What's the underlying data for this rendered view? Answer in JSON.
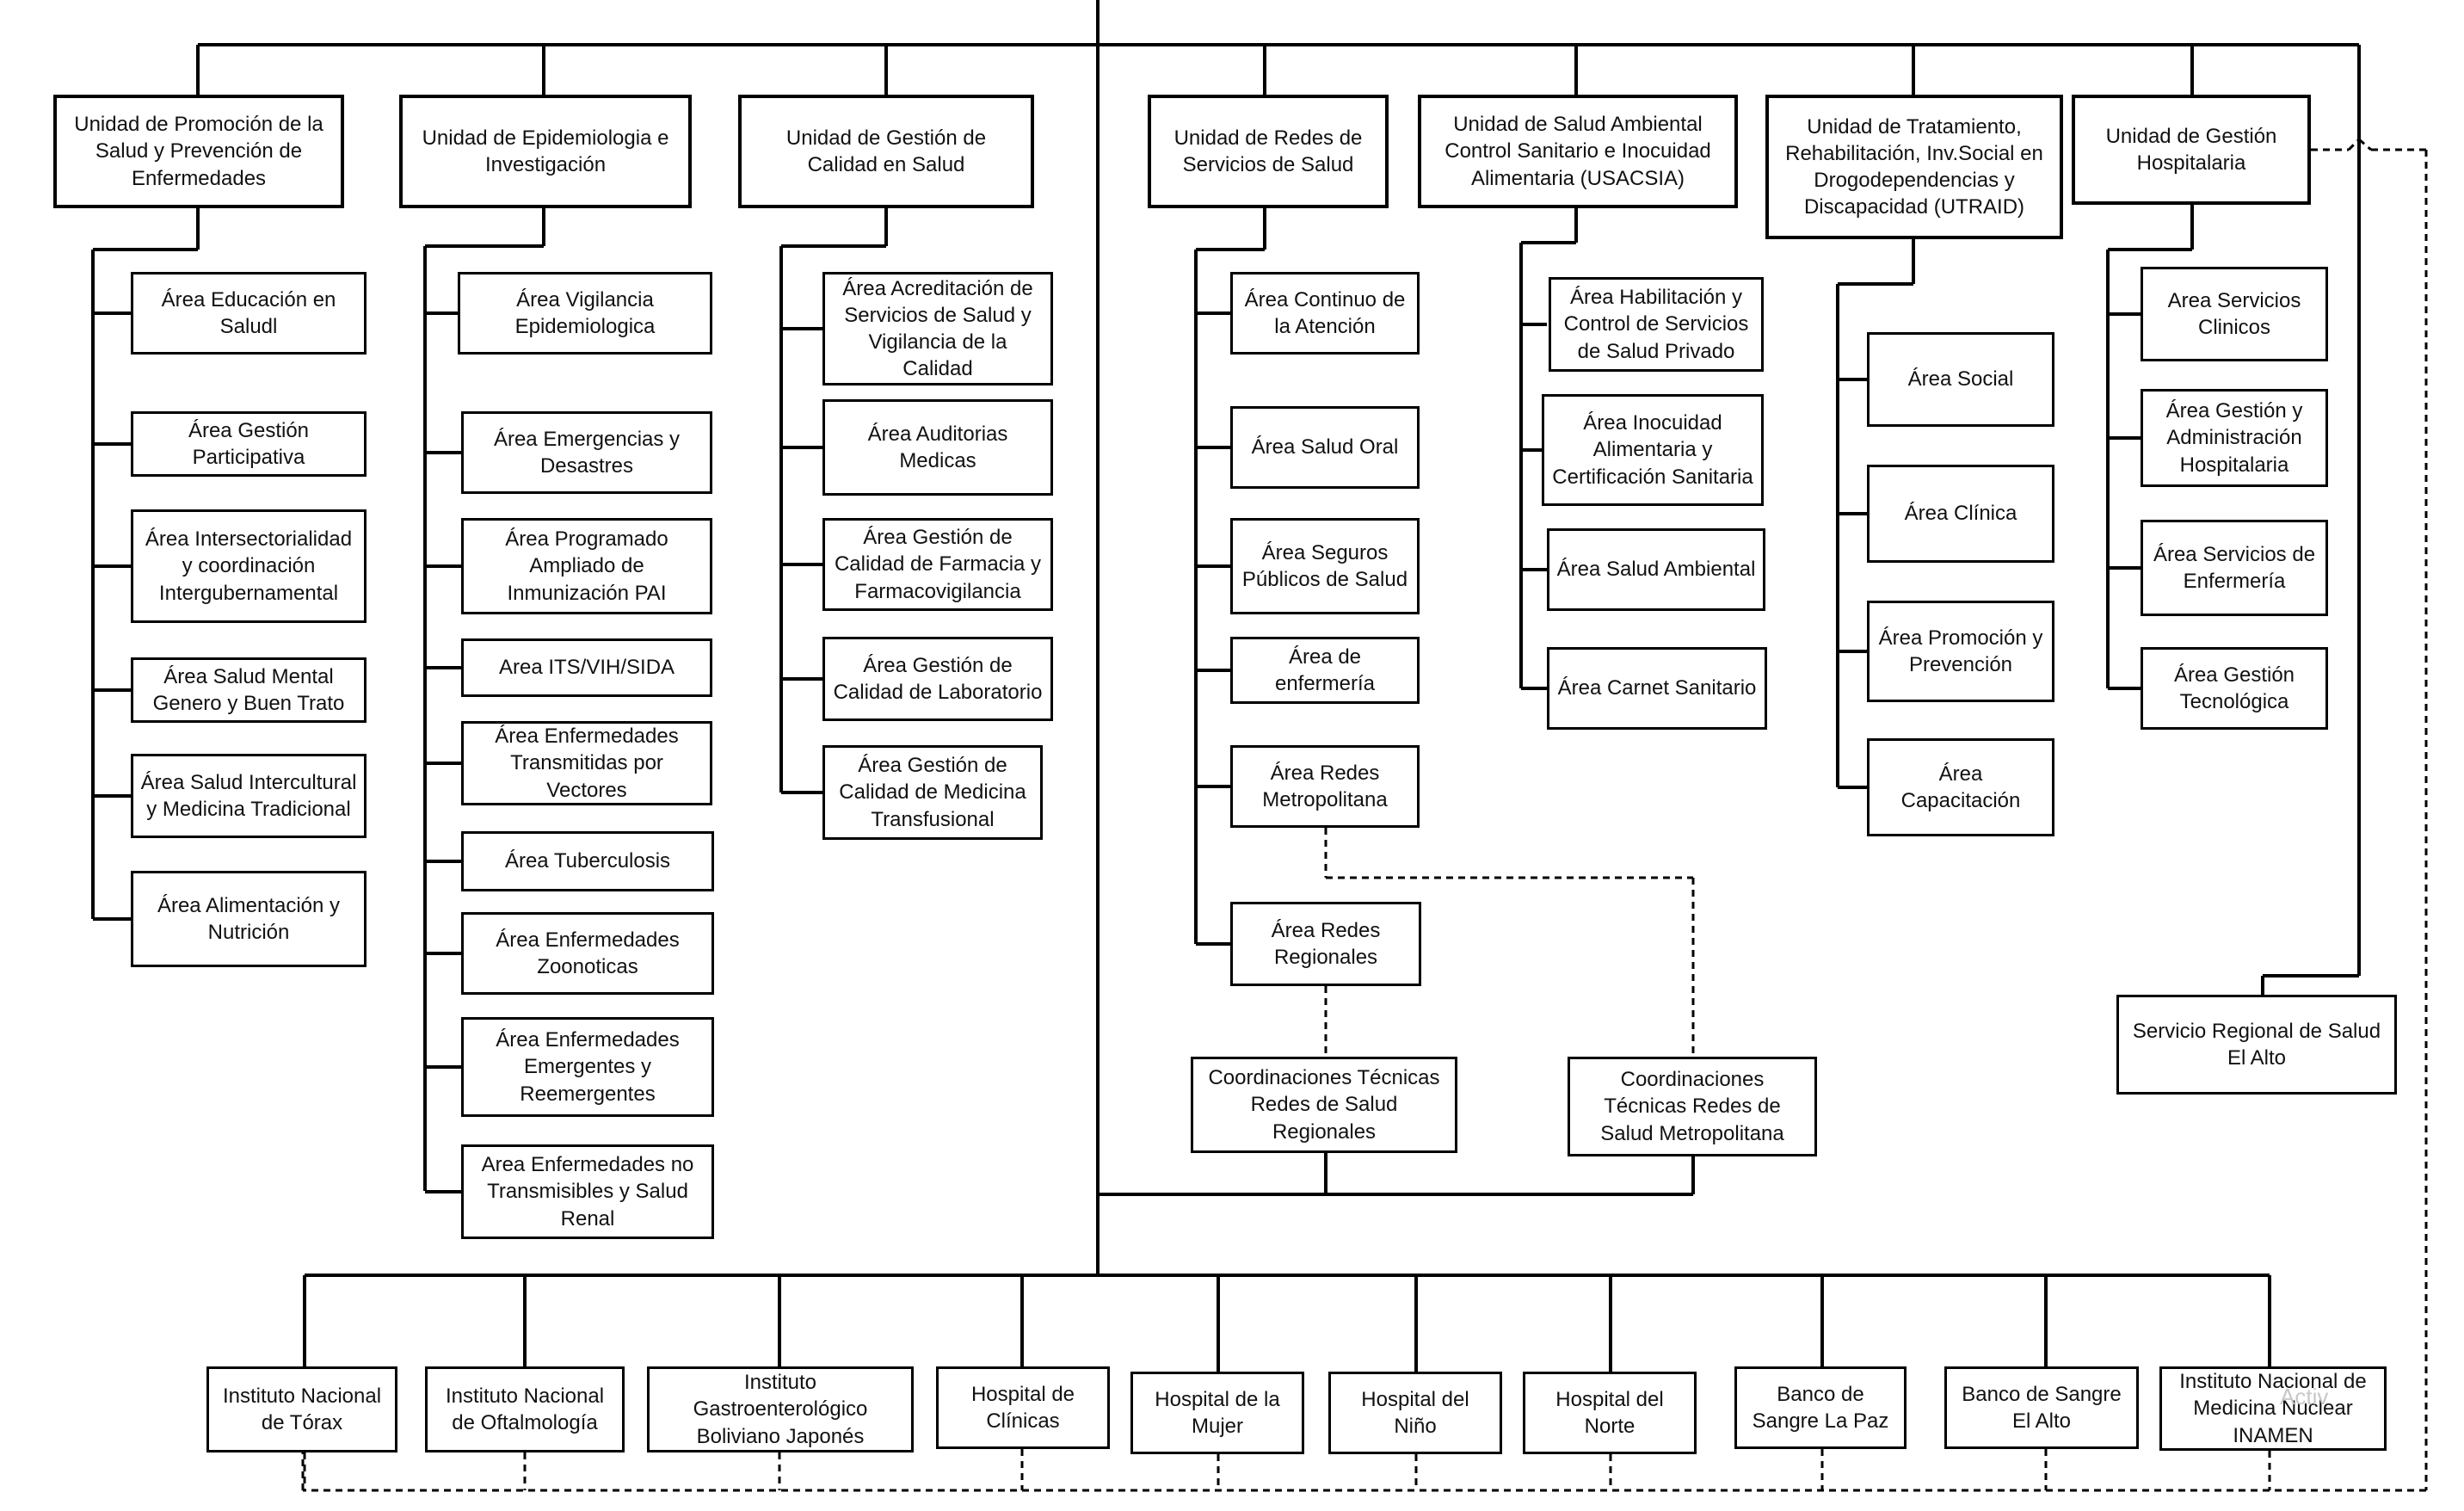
{
  "units": {
    "promocion": "Unidad de Promoción de la Salud y Prevención de Enfermedades",
    "epidemiologia": "Unidad de Epidemiologia e Investigación",
    "calidad": "Unidad de Gestión de Calidad en Salud",
    "redes": "Unidad de Redes de Servicios de Salud",
    "ambiental": "Unidad de Salud Ambiental Control Sanitario e Inocuidad Alimentaria (USACSIA)",
    "tratamiento": "Unidad de Tratamiento, Rehabilitación, Inv.Social en Drogodependencias y Discapacidad (UTRAID)",
    "hospitalaria": "Unidad de Gestión Hospitalaria"
  },
  "areas": {
    "promocion": [
      "Área Educación en Saludl",
      "Área Gestión Participativa",
      "Área Intersectorialidad y coordinación Intergubernamental",
      "Área Salud Mental Genero y Buen Trato",
      "Área Salud Intercultural y Medicina Tradicional",
      "Área Alimentación y Nutrición"
    ],
    "epidemiologia": [
      "Área Vigilancia Epidemiologica",
      "Área Emergencias y Desastres",
      "Área Programado Ampliado de Inmunización PAI",
      "Area ITS/VIH/SIDA",
      "Área Enfermedades Transmitidas por Vectores",
      "Área  Tuberculosis",
      "Área Enfermedades Zoonoticas",
      "Área Enfermedades Emergentes y Reemergentes",
      "Area Enfermedades no Transmisibles y Salud Renal"
    ],
    "calidad": [
      "Área Acreditación de Servicios de Salud y Vigilancia de la Calidad",
      "Área Auditorias Medicas",
      "Área Gestión de Calidad de Farmacia y Farmacovigilancia",
      "Área Gestión de Calidad de Laboratorio",
      "Área Gestión de Calidad de Medicina Transfusional"
    ],
    "redes": [
      "Área Continuo de la Atención",
      "Área Salud Oral",
      "Área Seguros Públicos de Salud",
      "Área de enfermería",
      "Área Redes Metropolitana",
      "Área  Redes Regionales"
    ],
    "ambiental": [
      "Área Habilitación y Control de Servicios de Salud Privado",
      "Área Inocuidad Alimentaria y Certificación Sanitaria",
      "Área Salud Ambiental",
      "Área Carnet Sanitario"
    ],
    "tratamiento": [
      "Área Social",
      "Área Clínica",
      "Área Promoción y Prevención",
      "Área Capacitación"
    ],
    "hospitalaria": [
      "Area Servicios Clinicos",
      "Área Gestión y Administración Hospitalaria",
      "Área Servicios de Enfermería",
      "Área Gestión Tecnológica"
    ]
  },
  "coordinaciones": {
    "regionales": "Coordinaciones Técnicas Redes de Salud Regionales",
    "metropolitana": "Coordinaciones Técnicas Redes de Salud Metropolitana"
  },
  "servicio_el_alto": "Servicio Regional  de Salud El Alto",
  "institutions": [
    "Instituto Nacional de Tórax",
    "Instituto Nacional de Oftalmología",
    "Instituto Gastroenterológico Boliviano Japonés",
    "Hospital de Clínicas",
    "Hospital de la Mujer",
    "Hospital del Niño",
    "Hospital del Norte",
    "Banco de Sangre La Paz",
    "Banco de Sangre El Alto",
    "Instituto Nacional de Medicina Nuclear INAMEN"
  ],
  "watermark": "Activ"
}
